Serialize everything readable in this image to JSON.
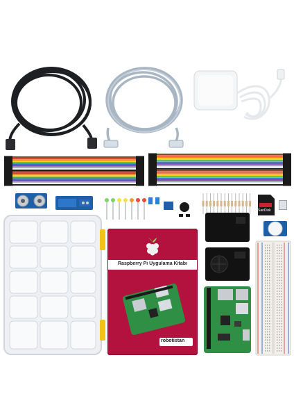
{
  "book": {
    "title": "Raspberry Pi Uygulama Kitabı",
    "brand": "robotistan"
  },
  "sd_card": {
    "label": "SanDisk"
  },
  "colors": {
    "book_bg": "#b3123e",
    "cable_black": "#1d1f22",
    "cable_gray": "#a8b6c4",
    "charger": "#f4f5f7",
    "pcb_green": "#2f8f45",
    "breadboard": "#f2f0ec",
    "case_black": "#121212",
    "storage_box": "#eef0f3",
    "latch_yellow": "#f2c316",
    "sensor_blue": "#1f5fa8"
  }
}
